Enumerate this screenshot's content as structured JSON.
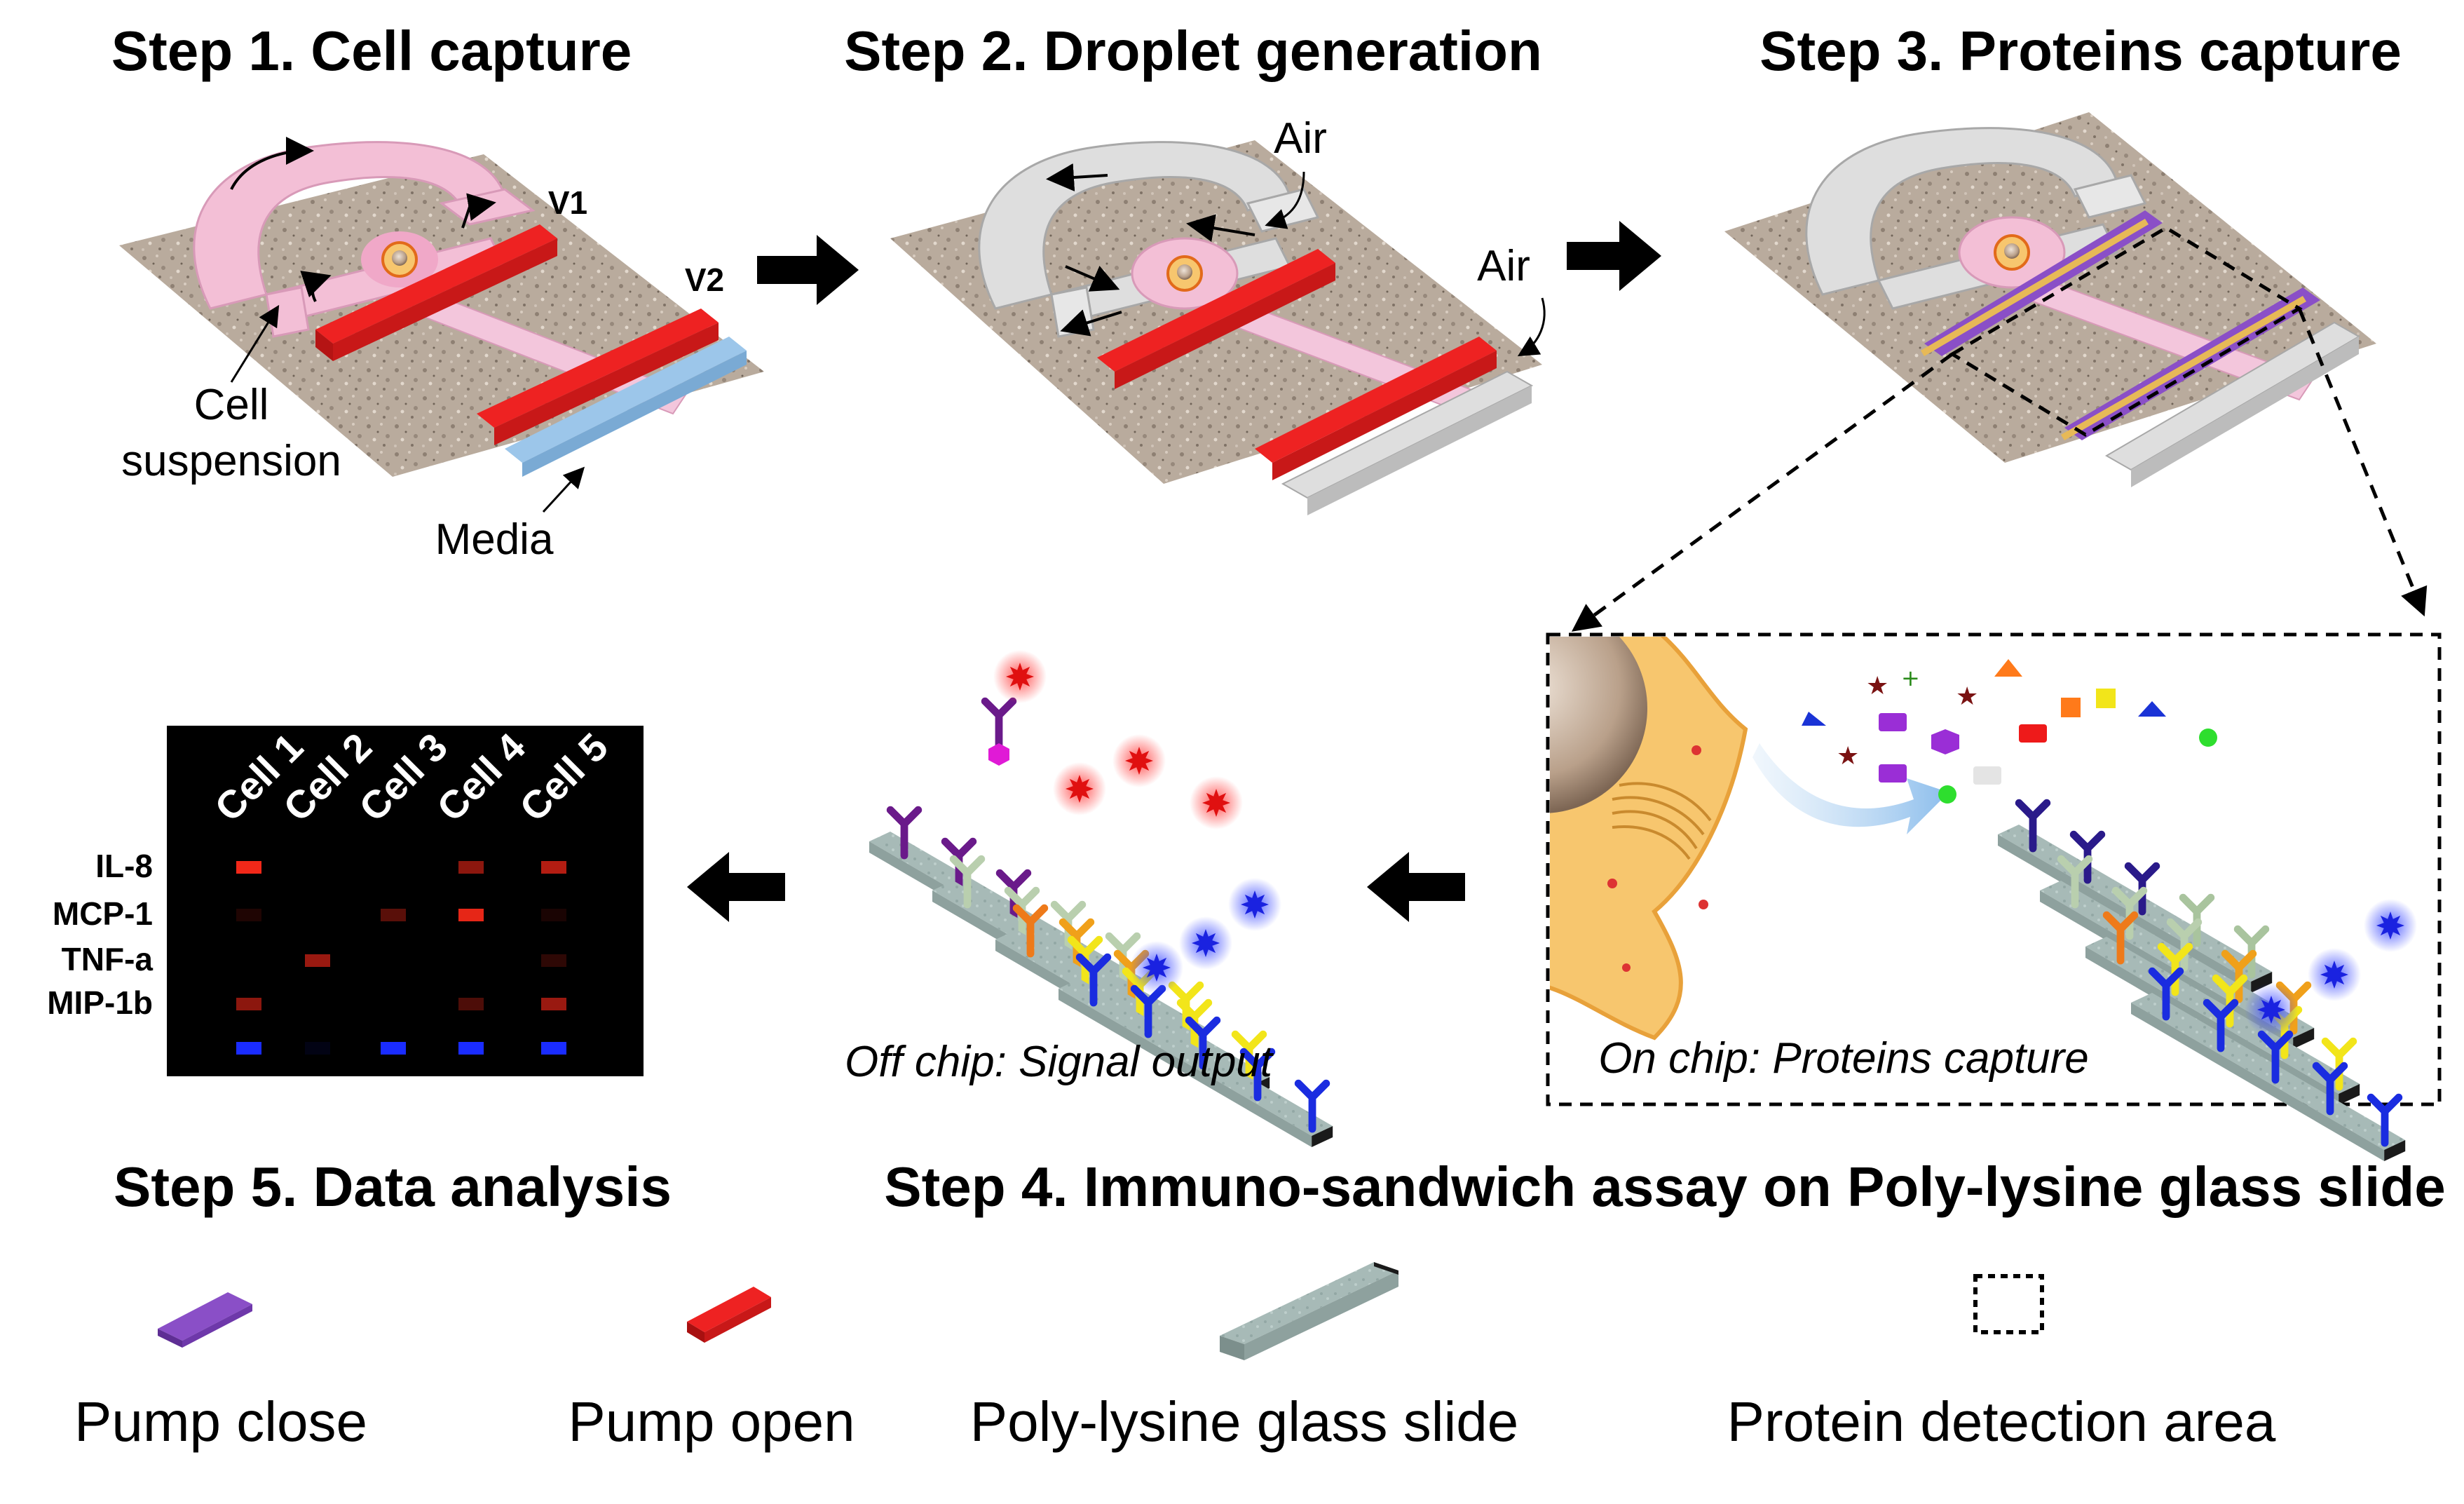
{
  "steps": {
    "step1": "Step 1. Cell capture",
    "step2": "Step 2. Droplet generation",
    "step3": "Step 3. Proteins capture",
    "step4": "Step 4. Immuno-sandwich assay on Poly-lysine glass slide",
    "step5": "Step 5. Data analysis"
  },
  "step1_labels": {
    "v1": "V1",
    "v2": "V2",
    "cell_line1": "Cell",
    "cell_line2": "suspension",
    "media": "Media"
  },
  "step2_labels": {
    "air_top": "Air",
    "air_right": "Air"
  },
  "captions": {
    "on_chip": "On chip: Proteins capture",
    "off_chip": "Off chip: Signal output"
  },
  "heatmap": {
    "cells": [
      "Cell 1",
      "Cell 2",
      "Cell 3",
      "Cell 4",
      "Cell 5"
    ],
    "proteins": [
      "IL-8",
      "MCP-1",
      "TNF-a",
      "MIP-1b"
    ],
    "intensity": [
      [
        0.95,
        0.0,
        0.0,
        0.55,
        0.7
      ],
      [
        0.12,
        0.0,
        0.35,
        0.9,
        0.1
      ],
      [
        0.0,
        0.6,
        0.0,
        0.0,
        0.18
      ],
      [
        0.55,
        0.0,
        0.0,
        0.3,
        0.6
      ]
    ],
    "reference_intensity": [
      1.0,
      0.08,
      1.0,
      1.0,
      1.0
    ],
    "signal_color": "#ff2a1a",
    "reference_color": "#1a2cff",
    "background_color": "#000000"
  },
  "legend": {
    "pump_close": "Pump close",
    "pump_open": "Pump open",
    "glass_slide": "Poly-lysine glass slide",
    "detection_area": "Protein detection area"
  },
  "colors": {
    "pump_open": "#ee2222",
    "pump_close": "#8a4fc7",
    "media": "#9cc6ea",
    "cell_channel": "#f3bfd6",
    "air_channel": "#dedede",
    "substrate": "#b8aa9c",
    "glass_slide": "#a9bcb9",
    "cell_body": "#f7c66e"
  }
}
